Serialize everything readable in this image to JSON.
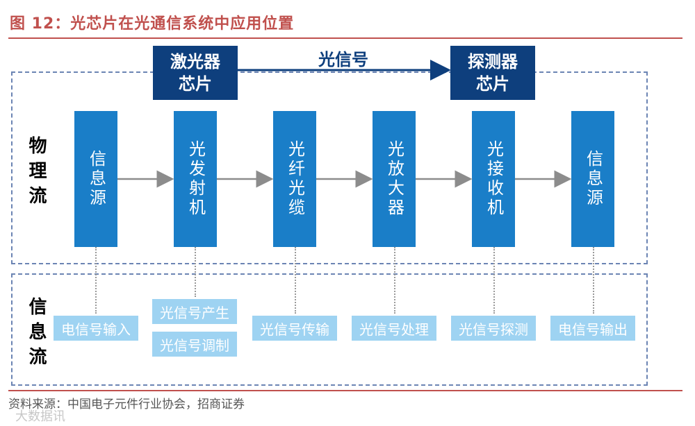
{
  "title": "图 12：光芯片在光通信系统中应用位置",
  "source": "资料来源：中国电子元件行业协会，招商证券",
  "watermark": "大数据讯",
  "signal_label": "光信号",
  "top_chips": {
    "laser": "激光器\n芯片",
    "detector": "探测器\n芯片"
  },
  "rows": {
    "physical": "物理流",
    "info": "信息流"
  },
  "columns": [
    {
      "label": "信息源"
    },
    {
      "label": "光发射机"
    },
    {
      "label": "光纤光缆"
    },
    {
      "label": "光放大器"
    },
    {
      "label": "光接收机"
    },
    {
      "label": "信息源"
    }
  ],
  "info_items": [
    [
      "电信号输入"
    ],
    [
      "光信号产生",
      "光信号调制"
    ],
    [
      "光信号传输"
    ],
    [
      "光信号处理"
    ],
    [
      "光信号探测"
    ],
    [
      "电信号输出"
    ]
  ],
  "colors": {
    "title": "#c0504d",
    "dark_blue": "#0e3f7d",
    "column_blue": "#1a7ec8",
    "info_blue": "#9ed3f2",
    "dashed_border": "#6b84b3"
  }
}
